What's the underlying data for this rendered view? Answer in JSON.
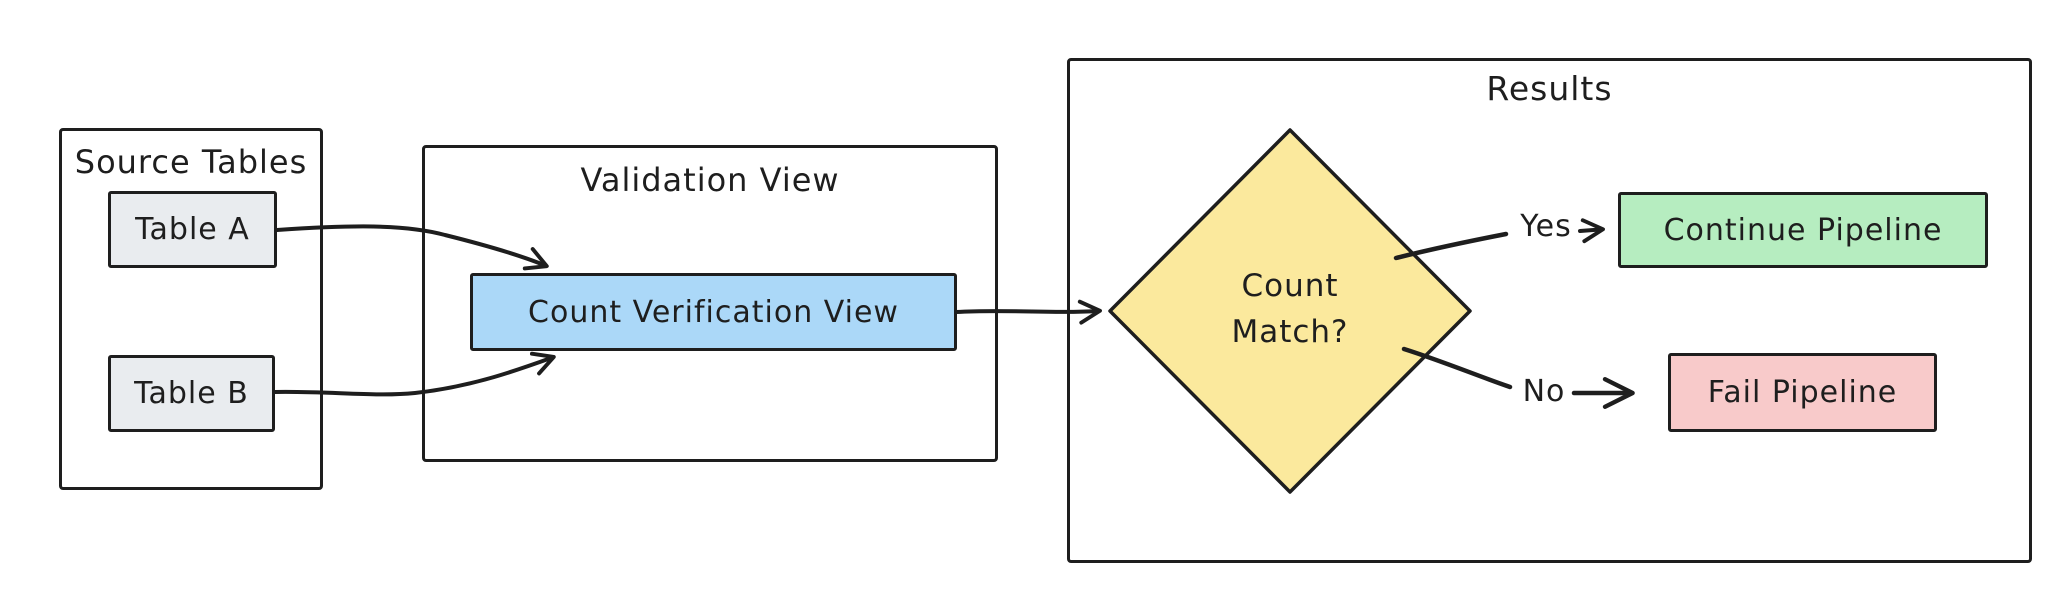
{
  "diagram": {
    "background": "#ffffff",
    "stroke_color": "#1e1e1e",
    "groups": {
      "source_tables": {
        "title": "Source Tables",
        "table_a": {
          "label": "Table A",
          "fill": "#e9ecef"
        },
        "table_b": {
          "label": "Table B",
          "fill": "#e9ecef"
        }
      },
      "validation_view": {
        "title": "Validation View",
        "count_verification_view": {
          "label": "Count Verification View",
          "fill": "#abd8f8"
        }
      },
      "results": {
        "title": "Results",
        "decision": {
          "line1": "Count",
          "line2": "Match?",
          "fill": "#fbe99d"
        },
        "yes_label": "Yes",
        "no_label": "No",
        "continue_pipeline": {
          "label": "Continue Pipeline",
          "fill": "#b6edc0"
        },
        "fail_pipeline": {
          "label": "Fail Pipeline",
          "fill": "#f8caca"
        }
      }
    }
  }
}
